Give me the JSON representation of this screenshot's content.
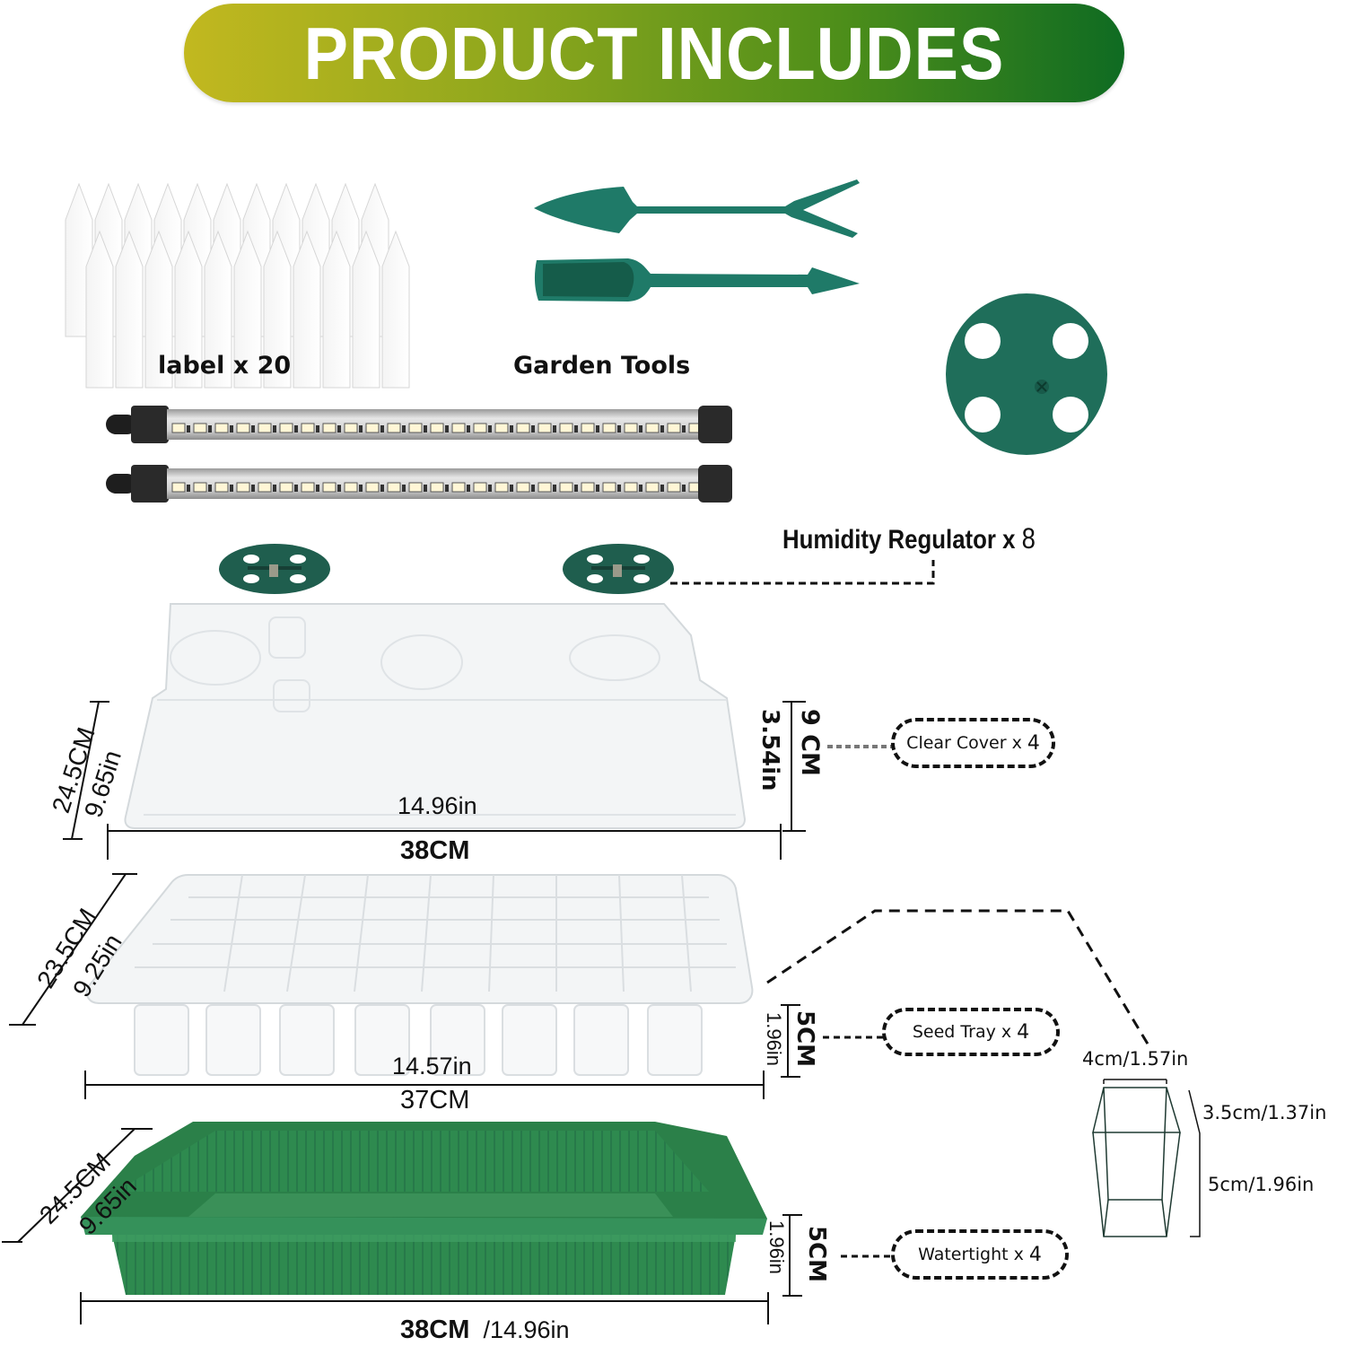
{
  "banner": {
    "title": "PRODUCT INCLUDES",
    "gradient_start": "#c2b81f",
    "gradient_end": "#0f6b22"
  },
  "items": {
    "labels": {
      "caption": "label x 20",
      "count": 20
    },
    "garden_tools": {
      "caption": "Garden Tools"
    },
    "grow_lights": {
      "count": 2
    },
    "humidity_regulator": {
      "caption": "Humidity Regulator x",
      "qty": "8"
    },
    "clear_cover": {
      "caption": "Clear Cover x",
      "qty": "4",
      "depth_cm": "24.5CM",
      "depth_in": "9.65in",
      "length_in": "14.96in",
      "length_cm": "38CM",
      "height_cm": "9 CM",
      "height_in": "3.54in"
    },
    "seed_tray": {
      "caption": "Seed Tray x",
      "qty": "4",
      "depth_cm": "23.5CM",
      "depth_in": "9.25in",
      "length_in": "14.57in",
      "length_cm": "37CM",
      "height_cm": "5CM",
      "height_in": "1.96in",
      "cells": 40
    },
    "watertight_tray": {
      "caption": "Watertight x",
      "qty": "4",
      "depth_cm": "24.5CM",
      "depth_in": "9.65in",
      "length_label": "38CM",
      "length_in": "/14.96in",
      "height_cm": "5CM",
      "height_in": "1.96in"
    },
    "cell_detail": {
      "top_width": "4cm/1.57in",
      "side_width": "3.5cm/1.37in",
      "height": "5cm/1.96in"
    }
  },
  "colors": {
    "product_green": "#1f6e5a",
    "tray_green": "#2d8a4e",
    "text": "#111111"
  }
}
